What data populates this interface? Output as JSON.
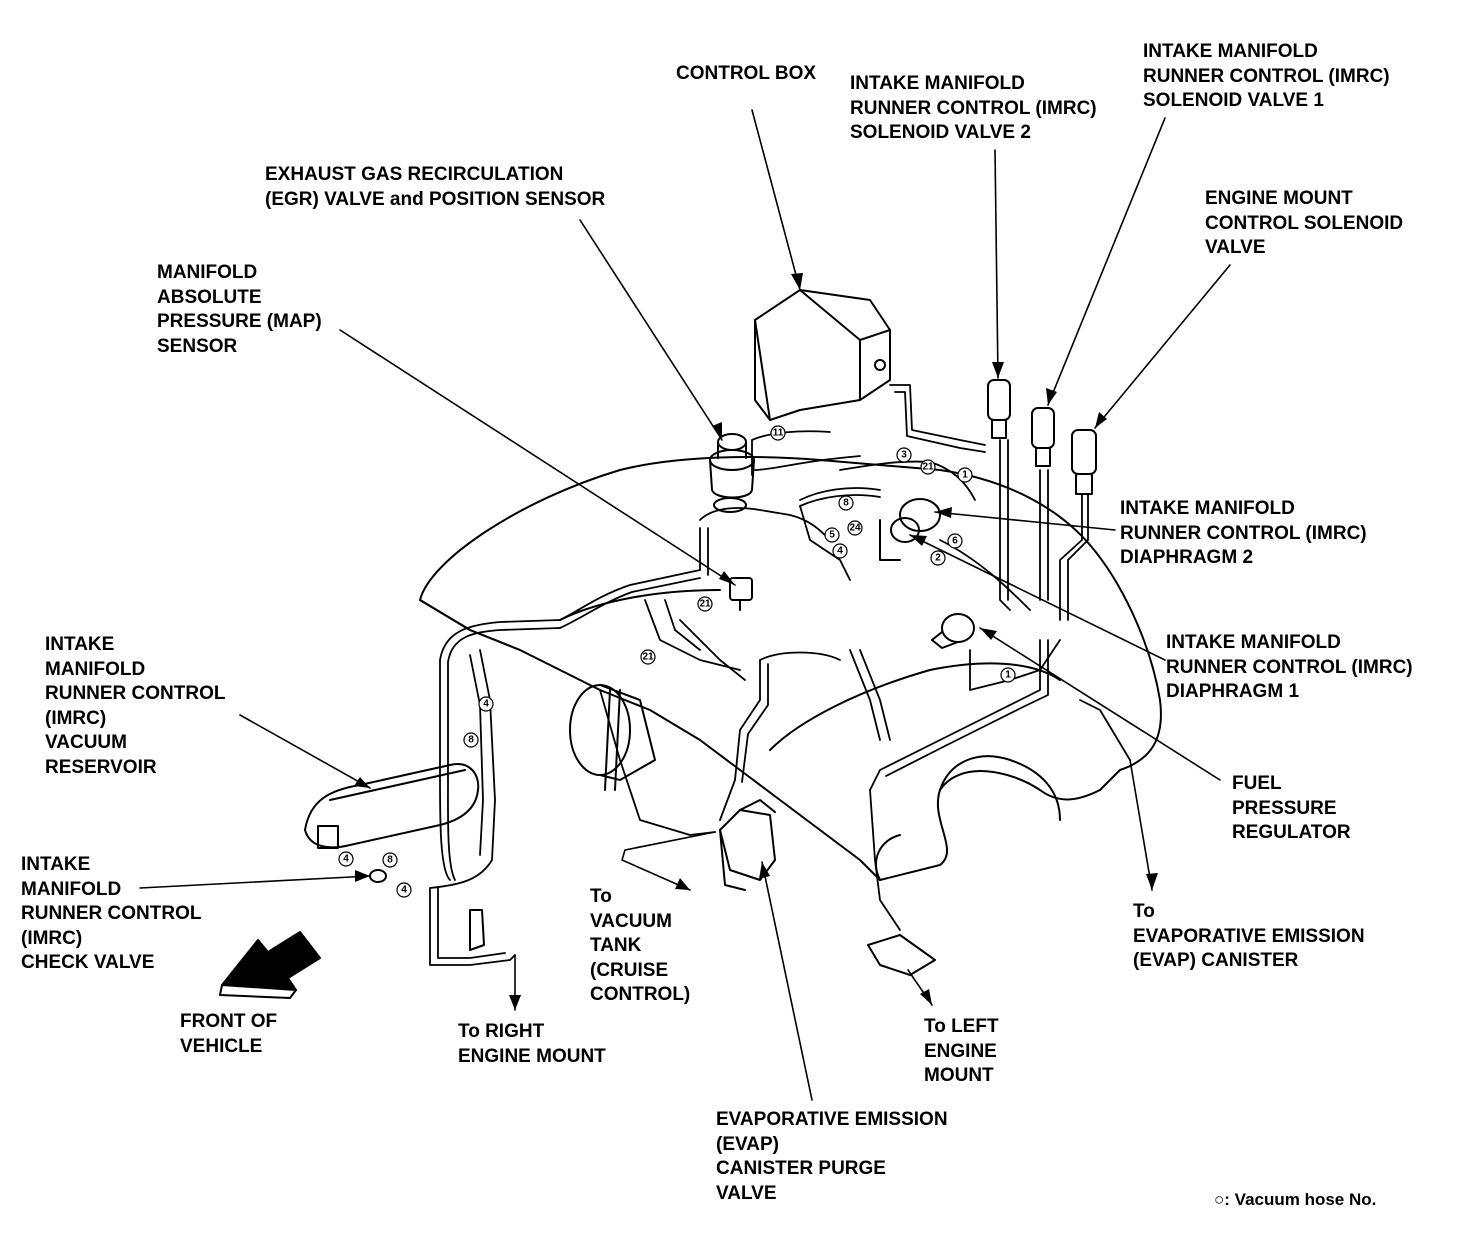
{
  "labels": {
    "control_box": [
      "CONTROL BOX"
    ],
    "imrc_solenoid_2": [
      "INTAKE MANIFOLD",
      "RUNNER CONTROL (IMRC)",
      "SOLENOID VALVE 2"
    ],
    "imrc_solenoid_1": [
      "INTAKE MANIFOLD",
      "RUNNER CONTROL (IMRC)",
      "SOLENOID VALVE 1"
    ],
    "egr_valve": [
      "EXHAUST GAS RECIRCULATION",
      "(EGR) VALVE and POSITION SENSOR"
    ],
    "engine_mount_solenoid": [
      "ENGINE MOUNT",
      "CONTROL SOLENOID",
      "VALVE"
    ],
    "map_sensor": [
      "MANIFOLD",
      "ABSOLUTE",
      "PRESSURE (MAP)",
      "SENSOR"
    ],
    "imrc_diaphragm_2": [
      "INTAKE MANIFOLD",
      "RUNNER CONTROL (IMRC)",
      "DIAPHRAGM 2"
    ],
    "imrc_diaphragm_1": [
      "INTAKE MANIFOLD",
      "RUNNER CONTROL (IMRC)",
      "DIAPHRAGM 1"
    ],
    "imrc_vacuum_reservoir": [
      "INTAKE",
      "MANIFOLD",
      "RUNNER CONTROL",
      "(IMRC)",
      "VACUUM",
      "RESERVOIR"
    ],
    "fuel_pressure_regulator": [
      "FUEL",
      "PRESSURE",
      "REGULATOR"
    ],
    "imrc_check_valve": [
      "INTAKE",
      "MANIFOLD",
      "RUNNER CONTROL",
      "(IMRC)",
      "CHECK VALVE"
    ],
    "to_vacuum_tank": [
      "To",
      "VACUUM",
      "TANK",
      "(CRUISE",
      "CONTROL)"
    ],
    "to_evap_canister": [
      "To",
      "EVAPORATIVE EMISSION",
      "(EVAP) CANISTER"
    ],
    "front_of_vehicle": [
      "FRONT OF",
      "VEHICLE"
    ],
    "to_right_engine_mount": [
      "To RIGHT",
      "ENGINE MOUNT"
    ],
    "to_left_engine_mount": [
      "To LEFT",
      "ENGINE",
      "MOUNT"
    ],
    "evap_purge_valve": [
      "EVAPORATIVE EMISSION",
      "(EVAP)",
      "CANISTER PURGE",
      "VALVE"
    ]
  },
  "legend": {
    "symbol": "○",
    "text": ": Vacuum hose No."
  },
  "hose_numbers": [
    "11",
    "3",
    "21",
    "1",
    "8",
    "24",
    "5",
    "4",
    "6",
    "2",
    "21",
    "21",
    "1",
    "4",
    "8",
    "4",
    "8",
    "4"
  ]
}
